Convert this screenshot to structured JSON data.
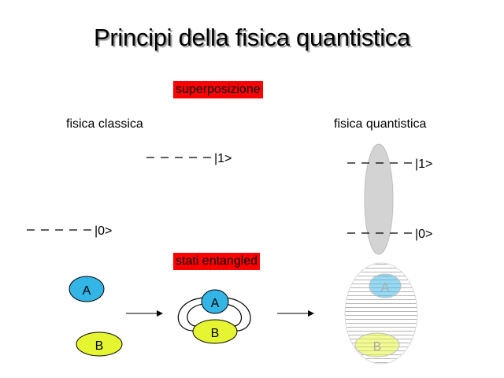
{
  "slide": {
    "title": "Principi della fisica quantistica",
    "superposition_label": "superposizione",
    "entangled_label": "stati entangled",
    "classical_label": "fisica classica",
    "quantum_label": "fisica quantistica"
  },
  "states": {
    "one": "|1>",
    "zero": "|0>"
  },
  "particles": {
    "a": "A",
    "b": "B"
  },
  "colors": {
    "badge": "#ff0000",
    "particle_a": "#33b5e5",
    "particle_b": "#e6f532",
    "cloud": "#d3d3d3"
  }
}
